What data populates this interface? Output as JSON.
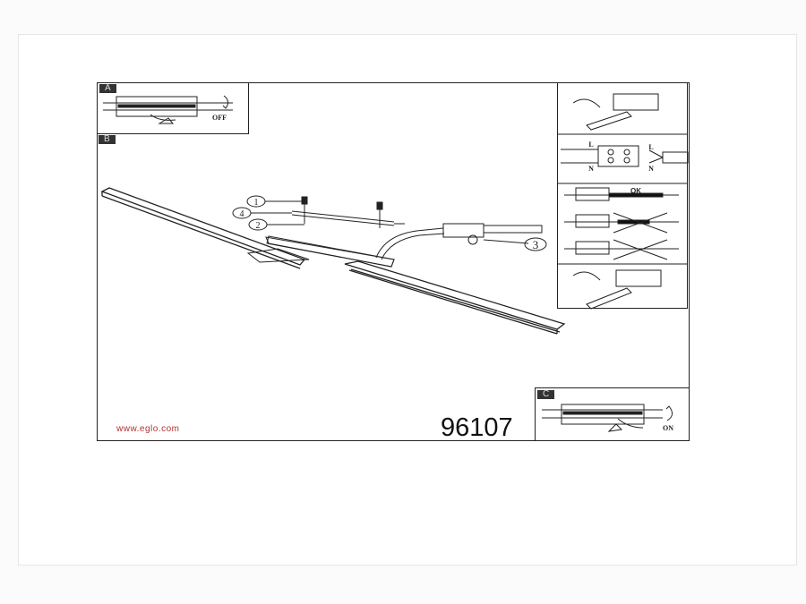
{
  "panels": {
    "a": {
      "label": "A",
      "action": "OFF"
    },
    "b": {
      "label": "B"
    },
    "c": {
      "label": "C",
      "action": "ON"
    }
  },
  "callouts": [
    "1",
    "2",
    "3",
    "4"
  ],
  "wiring": {
    "live": "L",
    "neutral": "N",
    "ok": "OK"
  },
  "footer": {
    "website": "www.eglo.com",
    "product_code": "96107"
  }
}
